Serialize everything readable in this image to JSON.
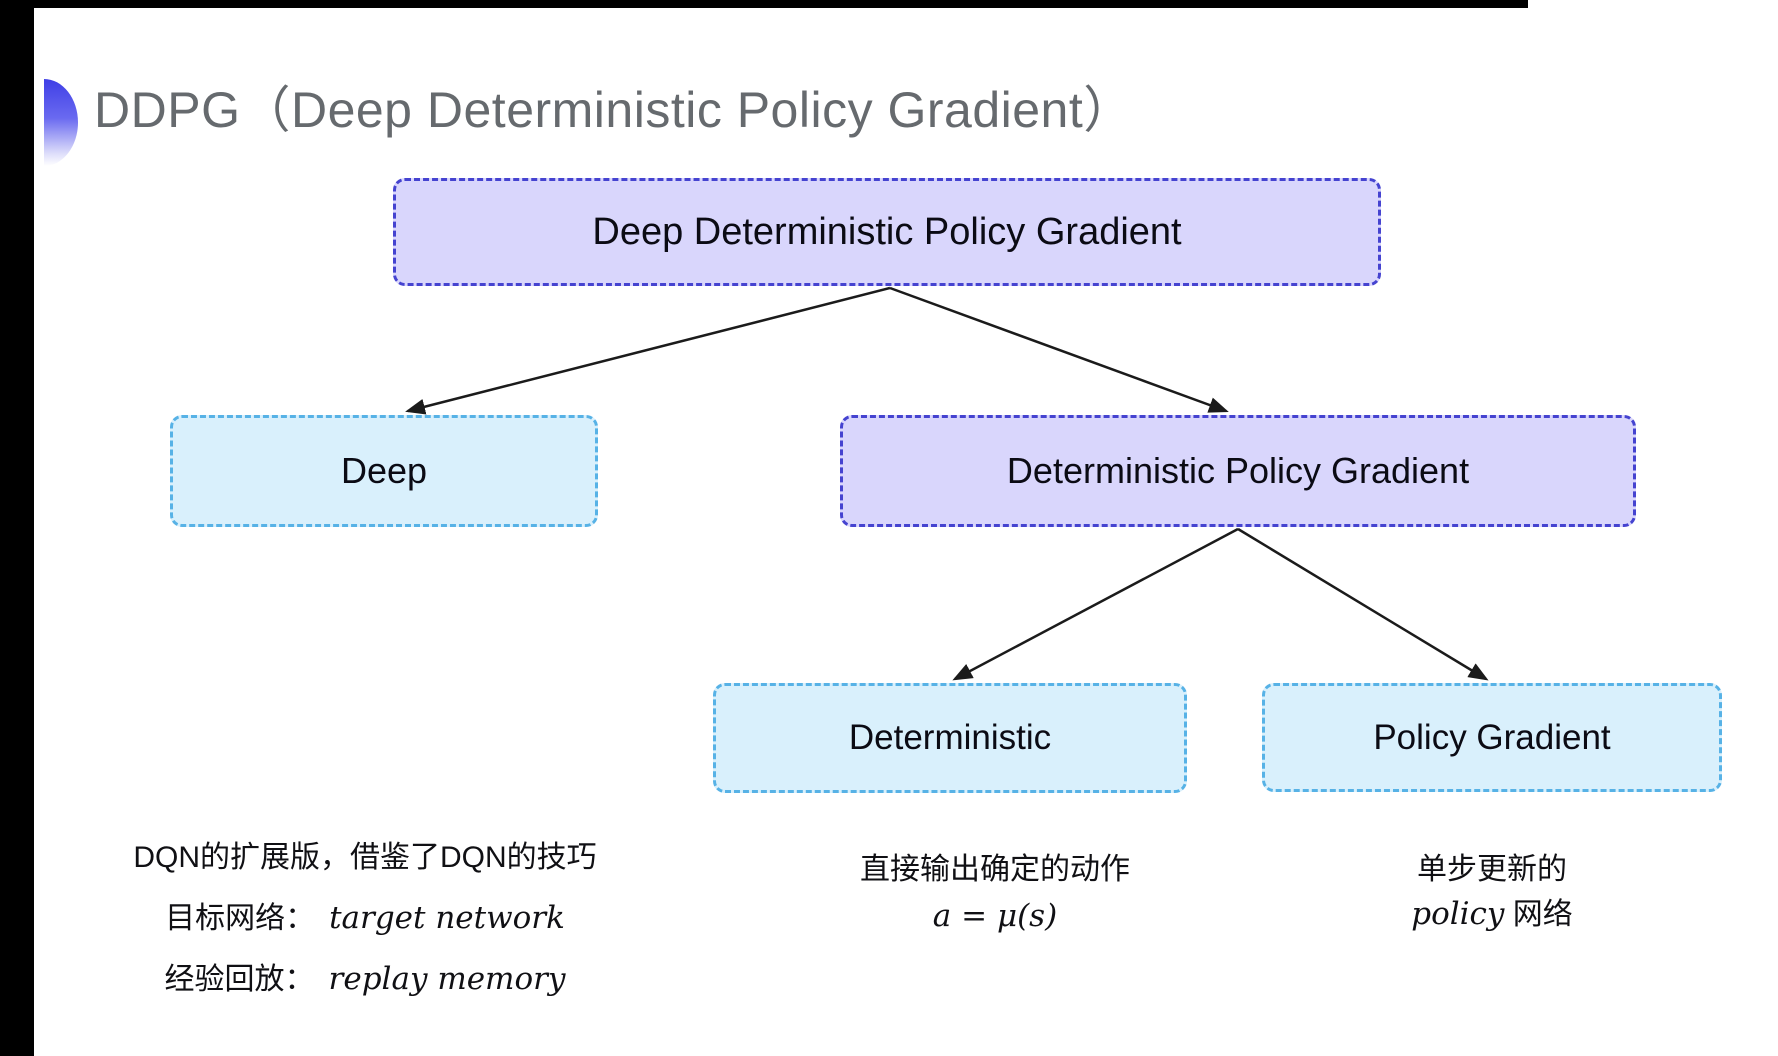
{
  "title": {
    "text": "DDPG（Deep Deterministic Policy Gradient）"
  },
  "colors": {
    "purple_fill": "#d9d6fc",
    "purple_border": "#4543d0",
    "cyan_fill": "#d9f0fc",
    "cyan_border": "#57b2e6",
    "title_gray": "#666a6e",
    "bullet_blue": "#3f3fe6",
    "arrow_black": "#1b1b1b"
  },
  "tree": {
    "nodes": [
      {
        "id": "root",
        "label": "Deep Deterministic Policy Gradient",
        "variant": "purple"
      },
      {
        "id": "deep",
        "label": "Deep",
        "variant": "cyan"
      },
      {
        "id": "dpg",
        "label": "Deterministic Policy Gradient",
        "variant": "purple"
      },
      {
        "id": "deterministic",
        "label": "Deterministic",
        "variant": "cyan"
      },
      {
        "id": "policy-gradient",
        "label": "Policy Gradient",
        "variant": "cyan"
      }
    ]
  },
  "notes": {
    "deep": {
      "line1": "DQN的扩展版，借鉴了DQN的技巧",
      "line2_label": "目标网络：",
      "line2_value": "target network",
      "line3_label": "经验回放：",
      "line3_value": "replay memory"
    },
    "deterministic": {
      "line1": "直接输出确定的动作",
      "formula": "a = μ(s)"
    },
    "policy_gradient": {
      "line1": "单步更新的",
      "line2_italic": "policy",
      "line2_rest": " 网络"
    }
  }
}
